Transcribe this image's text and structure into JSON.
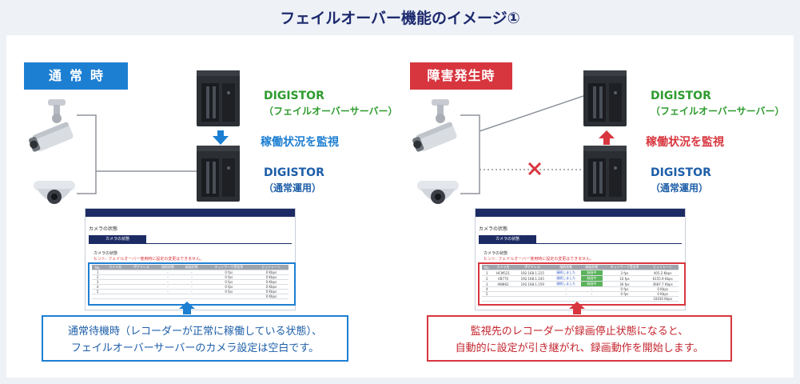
{
  "title": "フェイルオーバー機能のイメージ①",
  "left": {
    "badge": "通常時",
    "server_top_name": "DIGISTOR",
    "server_top_role": "（フェイルオーバーサーバー）",
    "monitor_label": "稼働状況を監視",
    "server_bottom_name": "DIGISTOR",
    "server_bottom_role": "（通常運用）",
    "screenshot": {
      "window_title": "カメラの状態",
      "tab": "カメラの状態",
      "section": "カメラの状態",
      "hint": "ヒント: フェイルオーバー使用時に設定の変更はできません。",
      "columns": [
        "No.",
        "カメラ名",
        "IPアドレス",
        "接続状態",
        "録画状態",
        "ネットワーク受信率",
        "ビットレート"
      ],
      "rows": [
        [
          "1",
          "",
          "",
          "-",
          "-",
          "0 fps",
          "0 Kbps"
        ],
        [
          "2",
          "",
          "",
          "-",
          "-",
          "0 fps",
          "0 Kbps"
        ],
        [
          "3",
          "",
          "",
          "-",
          "-",
          "0 fps",
          "0 Kbps"
        ],
        [
          "4",
          "",
          "",
          "-",
          "-",
          "0 fps",
          "0 Kbps"
        ],
        [
          "5",
          "",
          "",
          "-",
          "-",
          "0 fps",
          "0 Kbps"
        ],
        [
          "",
          "",
          "",
          "",
          "",
          "",
          "0 Kbps"
        ]
      ]
    },
    "note_line1": "通常待機時（レコーダーが正常に稼働している状態）、",
    "note_line2": "フェイルオーバーサーバーのカメラ設定は空白です。"
  },
  "right": {
    "badge": "障害発生時",
    "server_top_name": "DIGISTOR",
    "server_top_role": "（フェイルオーバーサーバー）",
    "monitor_label": "稼働状況を監視",
    "server_bottom_name": "DIGISTOR",
    "server_bottom_role": "（通常運用）",
    "screenshot": {
      "window_title": "カメラの状態",
      "tab": "カメラの状態",
      "section": "カメラの状態",
      "hint": "ヒント: フェイルオーバー使用時に設定の変更はできません。",
      "columns": [
        "No.",
        "カメラ名",
        "IPアドレス",
        "接続状態",
        "録画状態",
        "ネットワーク受信率",
        "ビットレート"
      ],
      "rows": [
        [
          "1",
          "HCM521",
          "192.168.1.215",
          "接続しました",
          "録画中",
          "3 fps",
          "405.2 Kbps"
        ],
        [
          "2",
          "VB770",
          "192.168.1.245",
          "接続しました",
          "録画中",
          "10 fps",
          "6155.9 Kbps"
        ],
        [
          "3",
          "AW862",
          "192.168.1.159",
          "接続しました",
          "録画中",
          "30 fps",
          "3687.7 Kbps"
        ],
        [
          "4",
          "",
          "",
          "-",
          "-",
          "0 fps",
          "0 Kbps"
        ],
        [
          "5",
          "",
          "",
          "-",
          "-",
          "0 fps",
          "0 Kbps"
        ],
        [
          "",
          "",
          "",
          "",
          "",
          "",
          "10430 Kbps"
        ]
      ]
    },
    "note_line1": "監視先のレコーダーが録画停止状態になると、",
    "note_line2": "自動的に設定が引き継がれ、録画動作を開始します。"
  },
  "colors": {
    "title": "#1d2a6e",
    "blue": "#1d7fd2",
    "red": "#d8363f",
    "green": "#2e9b2e",
    "navy_label": "#1d5ea8"
  },
  "icons": [
    "bullet-camera-icon",
    "dome-camera-icon",
    "nas-server-icon",
    "arrow-down-icon",
    "arrow-up-icon",
    "cross-icon"
  ]
}
